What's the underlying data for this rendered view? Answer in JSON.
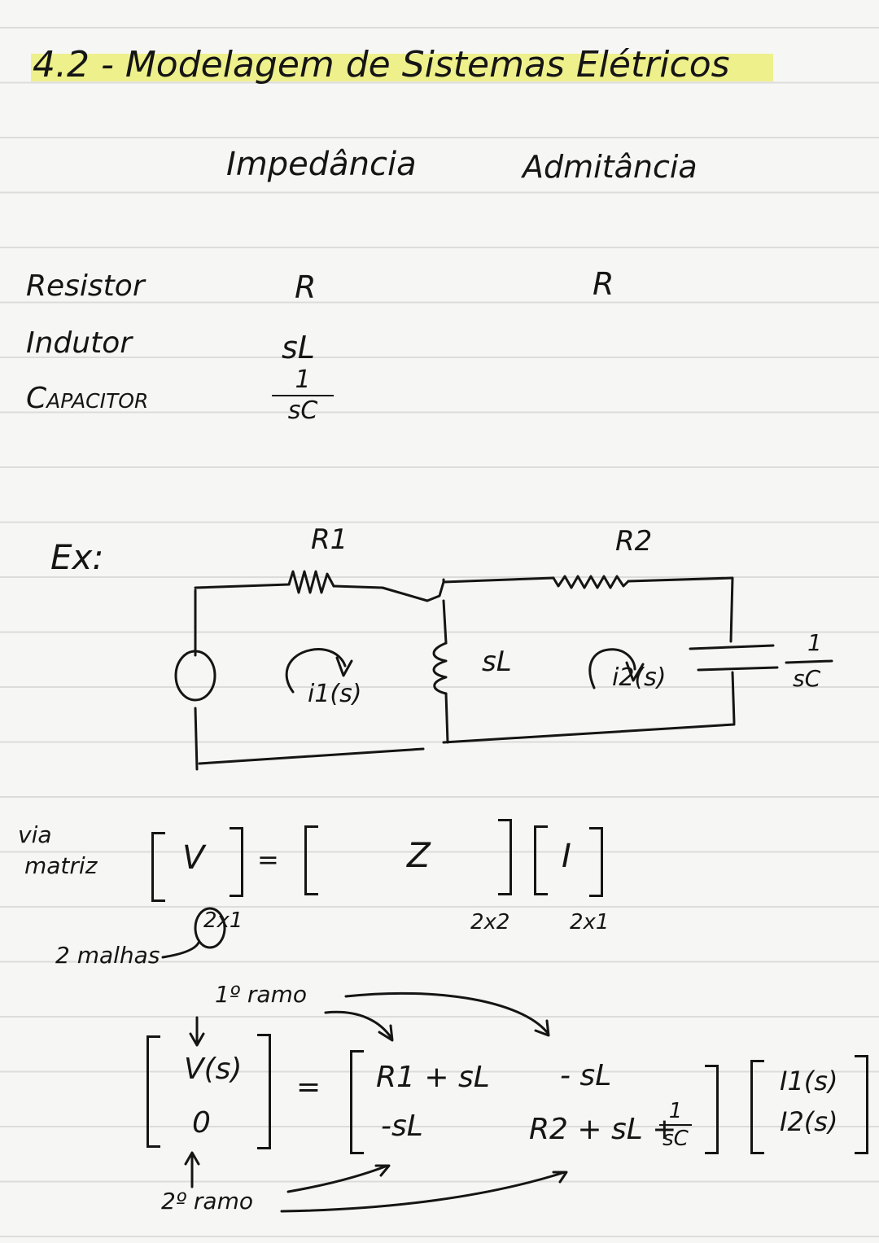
{
  "title": "4.2 - Modelagem de Sistemas Elétricos",
  "table": {
    "headers": [
      "Impedância",
      "Admitância"
    ],
    "rows": [
      {
        "label": "Resistor",
        "impedance": "R",
        "admittance": "R"
      },
      {
        "label": "Indutor",
        "impedance": "sL",
        "admittance": ""
      },
      {
        "label": "Capacitor",
        "impedance_num": "1",
        "impedance_den": "sC",
        "admittance": ""
      }
    ]
  },
  "example": {
    "label": "Ex:",
    "r1": "R1",
    "r2": "R2",
    "inductor": "sL",
    "i1": "i1(s)",
    "i2": "i2(s)",
    "cap_num": "1",
    "cap_den": "sC"
  },
  "matrix_form": {
    "label_line1": "via",
    "label_line2": "matriz",
    "v": "V",
    "equals": "=",
    "z": "Z",
    "i": "I",
    "v_dim": "2x1",
    "z_dim": "2x2",
    "i_dim": "2x1",
    "malhas": "2 malhas"
  },
  "system": {
    "ramo1": "1º ramo",
    "ramo2": "2º ramo",
    "lhs": [
      "V(s)",
      "0"
    ],
    "equals": "=",
    "z11": "R1 + sL",
    "z12": "- sL",
    "z21": "-sL",
    "z22_prefix": "R2 + sL +",
    "z22_num": "1",
    "z22_den": "sC",
    "rhs": [
      "I1(s)",
      "I2(s)"
    ]
  }
}
